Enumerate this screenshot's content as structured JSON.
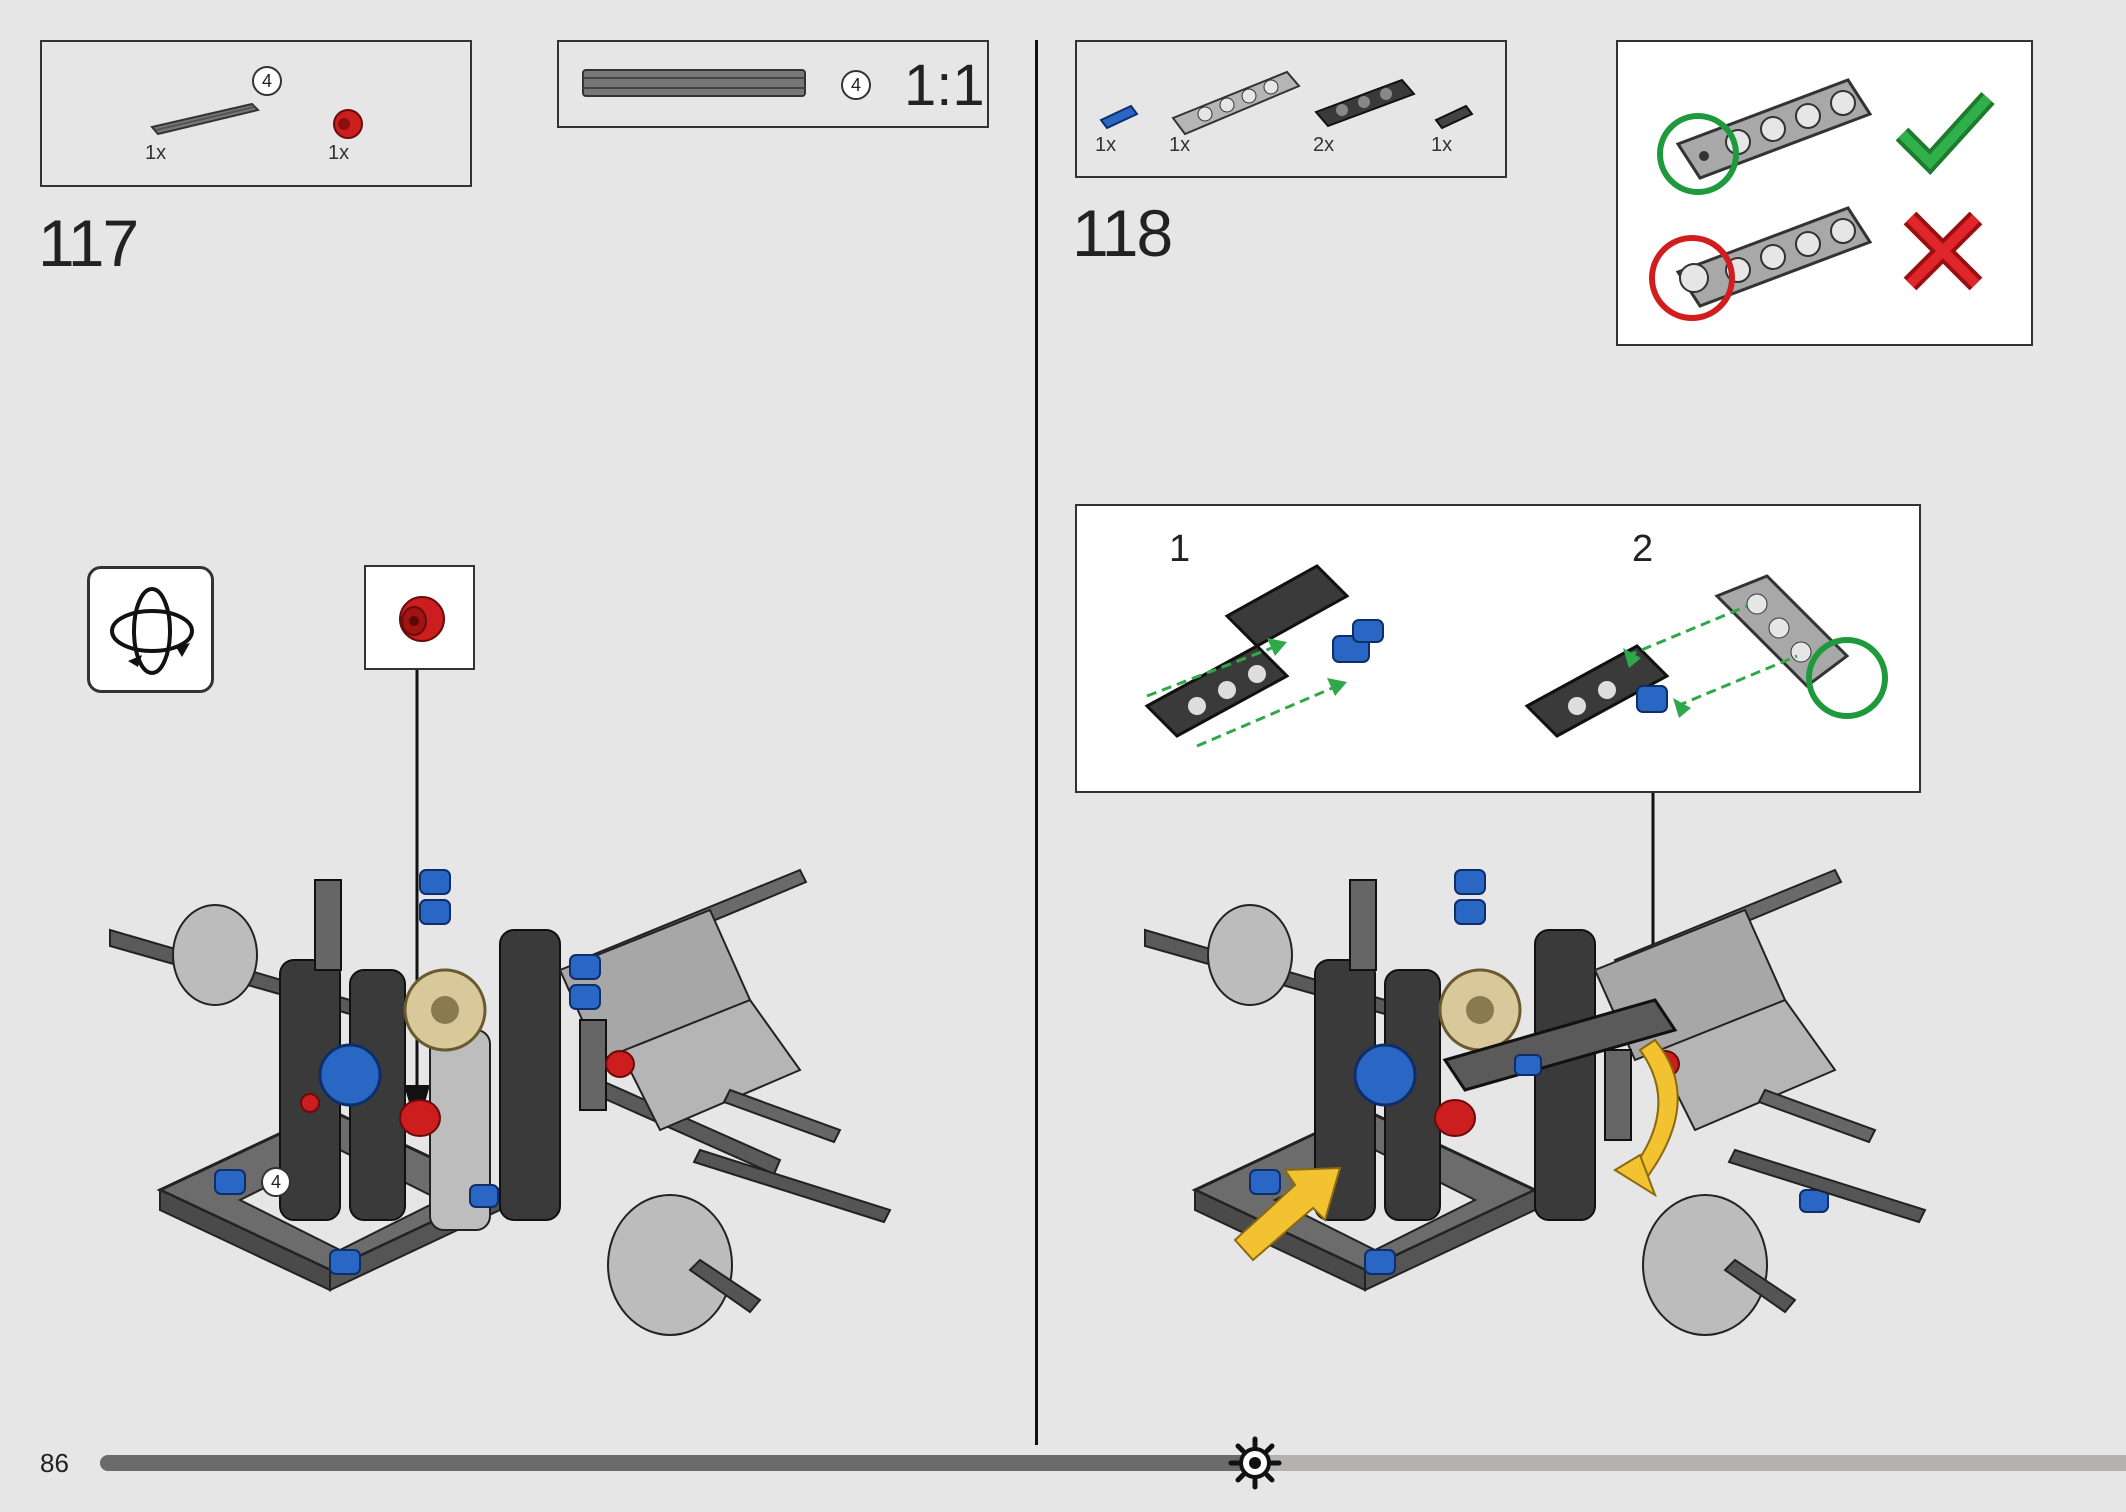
{
  "page": {
    "number": "86",
    "progress": 0.57
  },
  "step117": {
    "number": "117",
    "parts": [
      {
        "qty": "1x",
        "icon": "axle-4-icon"
      },
      {
        "qty": "1x",
        "icon": "red-bush-icon"
      }
    ],
    "axle_length": "4",
    "scale": {
      "length": "4",
      "ratio": "1:1"
    },
    "callout_icon": "red-bush-icon",
    "rotate_icon": "rotate-model-icon",
    "model_label": "4"
  },
  "step118": {
    "number": "118",
    "parts": [
      {
        "qty": "1x",
        "icon": "blue-pin-icon"
      },
      {
        "qty": "1x",
        "icon": "light-grey-beam-icon"
      },
      {
        "qty": "2x",
        "icon": "dark-grey-beam-icon"
      },
      {
        "qty": "1x",
        "icon": "dark-pin-icon"
      }
    ],
    "substeps": [
      "1",
      "2"
    ]
  },
  "colors": {
    "red": "#cc1e1e",
    "blue": "#1f5fbf",
    "green": "#1e9a3c",
    "yellow": "#f2c230",
    "tan": "#d9c99a",
    "dark_grey": "#3a3a3a",
    "light_grey": "#a0a0a0"
  }
}
